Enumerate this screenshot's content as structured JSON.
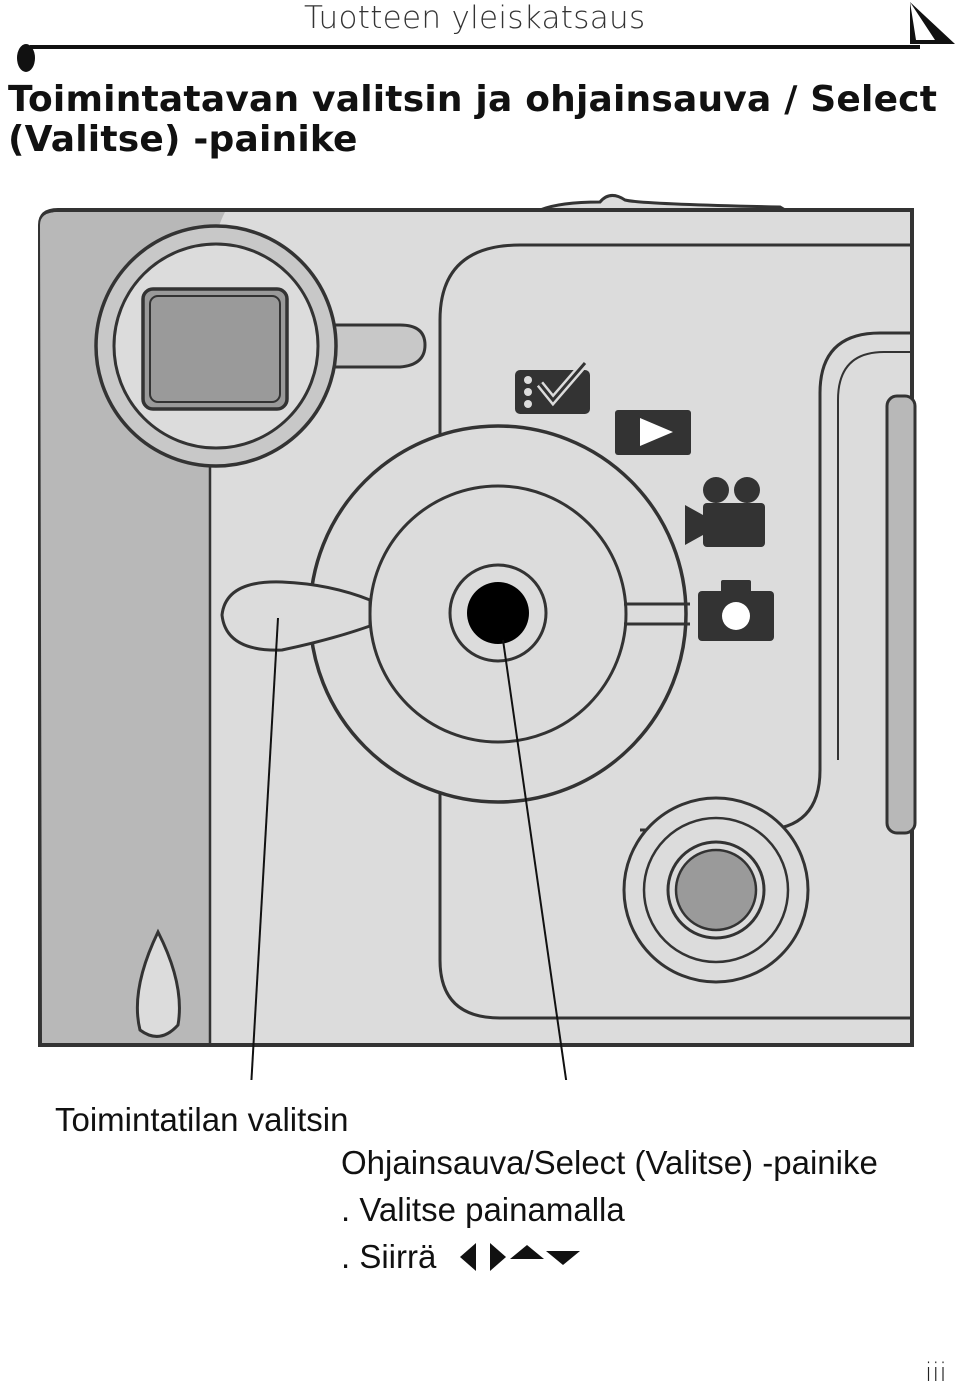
{
  "header": {
    "title": "Tuotteen yleiskatsaus"
  },
  "section": {
    "title": "Toimintatavan valitsin ja ohjainsauva / Select (Valitse) -painike"
  },
  "illustration": {
    "icons": [
      "setup-icon",
      "review-icon",
      "video-icon",
      "camera-icon"
    ],
    "colors": {
      "body": "#dcdcdc",
      "side": "#b8b8b8",
      "outline": "#333333",
      "icon": "#333333",
      "lens": "#9a9a9a"
    }
  },
  "callouts": {
    "mode_dial": "Toimintatilan valitsin",
    "joystick": "Ohjainsauva/Select (Valitse) -painike",
    "press": ". Valitse painamalla",
    "move": ". Siirrä"
  },
  "footer": {
    "page": "iii"
  }
}
